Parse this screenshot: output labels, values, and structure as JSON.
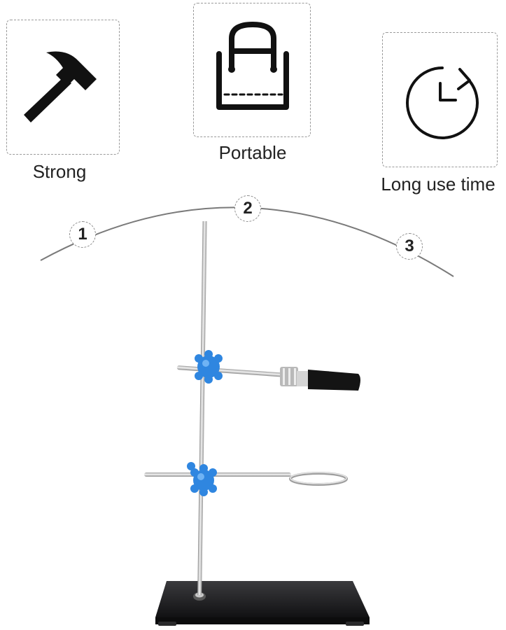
{
  "features": [
    {
      "label": "Strong",
      "icon": "hammer-icon"
    },
    {
      "label": "Portable",
      "icon": "bag-icon"
    },
    {
      "label": "Long use time",
      "icon": "clock-refresh-icon"
    }
  ],
  "markers": [
    "1",
    "2",
    "3"
  ],
  "colors": {
    "knob": "#2f86e0",
    "base": "#1b1b1d",
    "rod": "#b8b8b8",
    "icon": "#111111"
  }
}
